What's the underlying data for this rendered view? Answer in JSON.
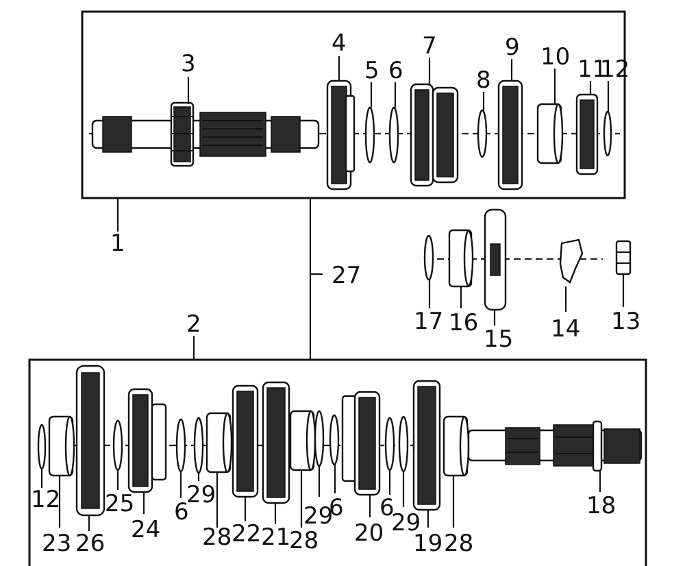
{
  "labels": {
    "l1": "1",
    "l2": "2",
    "l3": "3",
    "l4": "4",
    "l5": "5",
    "l6": "6",
    "l7": "7",
    "l8": "8",
    "l9": "9",
    "l10": "10",
    "l11": "11",
    "l12": "12",
    "l13": "13",
    "l14": "14",
    "l15": "15",
    "l16": "16",
    "l17": "17",
    "l18": "18",
    "l19": "19",
    "l20": "20",
    "l21": "21",
    "l22": "22",
    "l23": "23",
    "l24": "24",
    "l25": "25",
    "l26": "26",
    "l27": "27",
    "l28": "28",
    "l29": "29"
  }
}
